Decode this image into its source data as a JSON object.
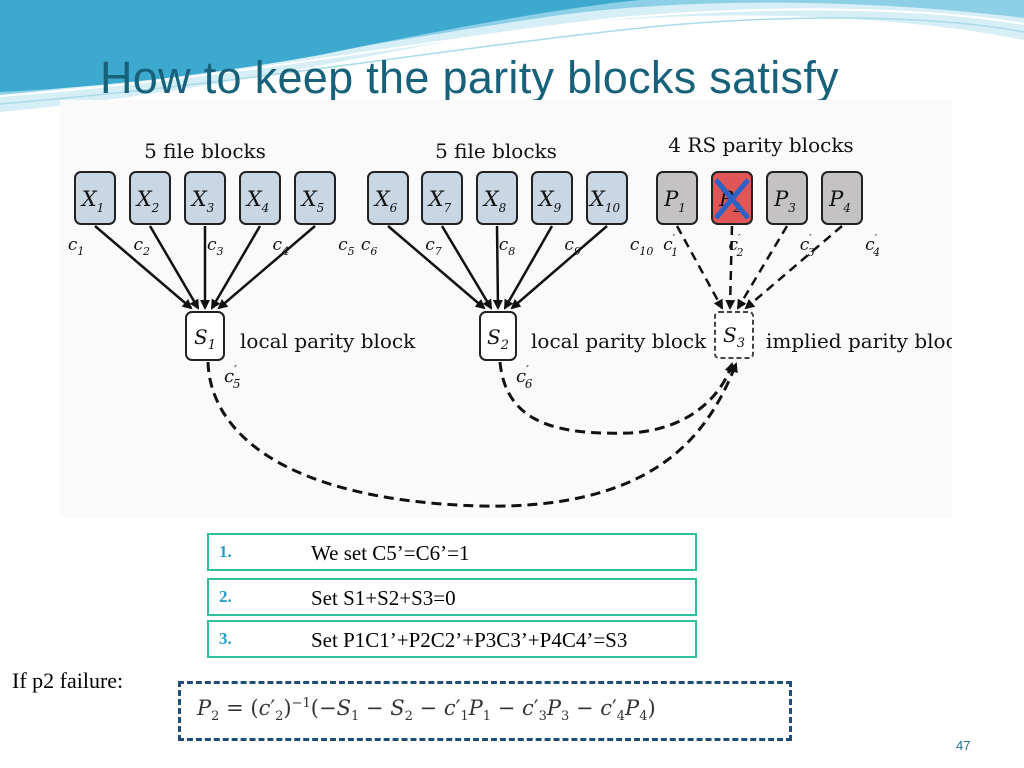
{
  "slide": {
    "title": "How to keep the parity blocks satisfy",
    "page_number": "47"
  },
  "diagram": {
    "group_labels": [
      "5 file blocks",
      "5 file blocks",
      "4 RS parity blocks"
    ],
    "file_blocks": [
      "X",
      "X",
      "X",
      "X",
      "X",
      "X",
      "X",
      "X",
      "X",
      "X"
    ],
    "file_block_subs": [
      "1",
      "2",
      "3",
      "4",
      "5",
      "6",
      "7",
      "8",
      "9",
      "10"
    ],
    "parity_blocks": [
      "P",
      "P",
      "P",
      "P"
    ],
    "parity_block_subs": [
      "1",
      "2",
      "3",
      "4"
    ],
    "failed_parity_index": 1,
    "edge_labels": [
      "c1",
      "c2",
      "c3",
      "c4",
      "c5",
      "c6",
      "c7",
      "c8",
      "c9",
      "c10"
    ],
    "parity_edge_labels": [
      "c'1",
      "c'2",
      "c'3",
      "c'4"
    ],
    "sum_blocks": [
      "S1",
      "S2",
      "S3"
    ],
    "sum_block_labels": [
      "local parity block",
      "local parity block",
      "implied parity block"
    ],
    "link_labels": [
      "c'5",
      "c'6"
    ]
  },
  "steps": [
    {
      "num": "1.",
      "text": "We set C5’=C6’=1"
    },
    {
      "num": "2.",
      "text": "Set  S1+S2+S3=0"
    },
    {
      "num": "3.",
      "text": "Set  P1C1’+P2C2’+P3C3’+P4C4’=S3"
    }
  ],
  "failure_label": "If p2 failure:",
  "formula": "P2 = (c'2)^-1(-S1 - S2 - c'1P1 - c'3P3 - c'4P4)",
  "colors": {
    "title": "#17627a",
    "file_block_fill": "#c9d6e3",
    "parity_block_fill": "#c4c2c2",
    "failed_fill": "#e05555",
    "failed_cross": "#2b62c8",
    "step_border": "#2bbf9b",
    "formula_border": "#1f4e79"
  }
}
